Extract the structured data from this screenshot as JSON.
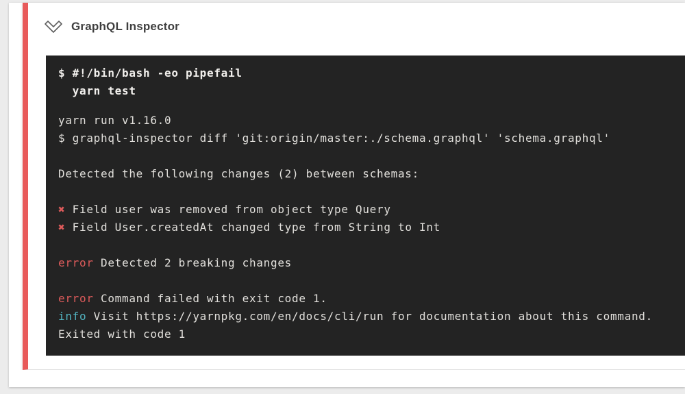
{
  "colors": {
    "page_bg": "#ececec",
    "panel_bg": "#ffffff",
    "accent_red": "#e85a5a",
    "title_text": "#3f3f3f",
    "divider": "#dedede",
    "terminal_bg": "#232323",
    "terminal_text": "#e2e0dc",
    "command_text": "#f2f0ed",
    "error_red": "#de5b5b",
    "info_cyan": "#52b4c1",
    "chevron_stroke": "#5f5f5f"
  },
  "step": {
    "title": "GraphQL Inspector",
    "status": "failed",
    "chevron_icon": "chevron-down-outline"
  },
  "terminal": {
    "command_lines": [
      "$ #!/bin/bash -eo pipefail",
      "  yarn test"
    ],
    "output_lines": [
      [
        {
          "c": "plain",
          "t": "yarn run v1.16.0"
        }
      ],
      [
        {
          "c": "plain",
          "t": "$ graphql-inspector diff 'git:origin/master:./schema.graphql' 'schema.graphql'"
        }
      ],
      [],
      [
        {
          "c": "plain",
          "t": "Detected the following changes (2) between schemas:"
        }
      ],
      [],
      [
        {
          "c": "error",
          "t": "✖"
        },
        {
          "c": "plain",
          "t": " Field user was removed from object type Query"
        }
      ],
      [
        {
          "c": "error",
          "t": "✖"
        },
        {
          "c": "plain",
          "t": " Field User.createdAt changed type from String to Int"
        }
      ],
      [],
      [
        {
          "c": "error",
          "t": "error"
        },
        {
          "c": "plain",
          "t": " Detected 2 breaking changes"
        }
      ],
      [],
      [
        {
          "c": "error",
          "t": "error"
        },
        {
          "c": "plain",
          "t": " Command failed with exit code 1."
        }
      ],
      [
        {
          "c": "info",
          "t": "info"
        },
        {
          "c": "plain",
          "t": " Visit https://yarnpkg.com/en/docs/cli/run for documentation about this command."
        }
      ],
      [
        {
          "c": "plain",
          "t": "Exited with code 1"
        }
      ]
    ]
  }
}
